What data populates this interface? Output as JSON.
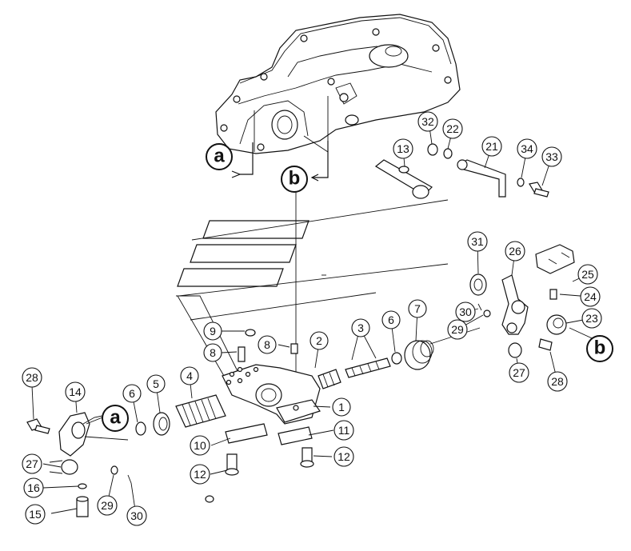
{
  "diagram": {
    "part_callouts": [
      {
        "id": "c1",
        "label": "1"
      },
      {
        "id": "c2",
        "label": "2"
      },
      {
        "id": "c3",
        "label": "3"
      },
      {
        "id": "c4",
        "label": "4"
      },
      {
        "id": "c5",
        "label": "5"
      },
      {
        "id": "c6a",
        "label": "6"
      },
      {
        "id": "c6b",
        "label": "6"
      },
      {
        "id": "c7",
        "label": "7"
      },
      {
        "id": "c8a",
        "label": "8"
      },
      {
        "id": "c8b",
        "label": "8"
      },
      {
        "id": "c9",
        "label": "9"
      },
      {
        "id": "c10",
        "label": "10"
      },
      {
        "id": "c11",
        "label": "11"
      },
      {
        "id": "c12a",
        "label": "12"
      },
      {
        "id": "c12b",
        "label": "12"
      },
      {
        "id": "c13",
        "label": "13"
      },
      {
        "id": "c14",
        "label": "14"
      },
      {
        "id": "c15",
        "label": "15"
      },
      {
        "id": "c16",
        "label": "16"
      },
      {
        "id": "c21",
        "label": "21"
      },
      {
        "id": "c22",
        "label": "22"
      },
      {
        "id": "c23",
        "label": "23"
      },
      {
        "id": "c24",
        "label": "24"
      },
      {
        "id": "c25",
        "label": "25"
      },
      {
        "id": "c26",
        "label": "26"
      },
      {
        "id": "c27a",
        "label": "27"
      },
      {
        "id": "c27b",
        "label": "27"
      },
      {
        "id": "c28a",
        "label": "28"
      },
      {
        "id": "c28b",
        "label": "28"
      },
      {
        "id": "c29a",
        "label": "29"
      },
      {
        "id": "c29b",
        "label": "29"
      },
      {
        "id": "c30a",
        "label": "30"
      },
      {
        "id": "c30b",
        "label": "30"
      },
      {
        "id": "c31",
        "label": "31"
      },
      {
        "id": "c32",
        "label": "32"
      },
      {
        "id": "c33",
        "label": "33"
      },
      {
        "id": "c34",
        "label": "34"
      }
    ],
    "reference_markers": [
      {
        "id": "ra1",
        "label": "a"
      },
      {
        "id": "rb1",
        "label": "b"
      },
      {
        "id": "ra2",
        "label": "a"
      },
      {
        "id": "rb2",
        "label": "b"
      }
    ]
  }
}
